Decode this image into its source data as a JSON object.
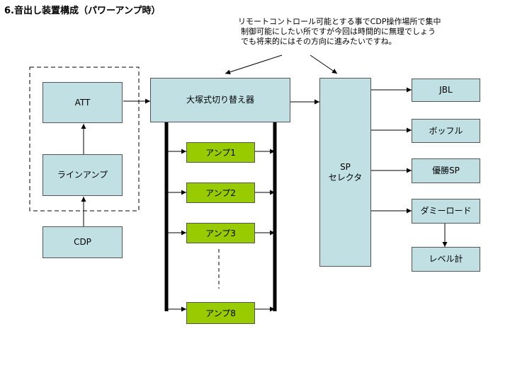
{
  "title": "6.音出し装置構成（パワーアンプ時）",
  "note": [
    "リモートコントロール可能とする事でCDP操作場所で集中",
    "制御可能にしたい所ですが今回は時間的に無理でしょう",
    "でも将来的にはその方向に進みたいですね。"
  ],
  "boxes": {
    "att": "ATT",
    "line_amp": "ラインアンプ",
    "cdp": "CDP",
    "switcher": "大塚式切り替え器",
    "sp_selector_line1": "SP",
    "sp_selector_line2": "セレクタ",
    "jbl": "JBL",
    "boffle": "ボッフル",
    "yusho_sp": "優勝SP",
    "dummy_load": "ダミーロード",
    "level_meter": "レベル計"
  },
  "amps": [
    "アンプ1",
    "アンプ2",
    "アンプ3",
    "アンプ8"
  ],
  "colors": {
    "box_fill": "#c0e0e4",
    "amp_fill": "#99cc00",
    "border": "#555555",
    "line": "#000000"
  }
}
